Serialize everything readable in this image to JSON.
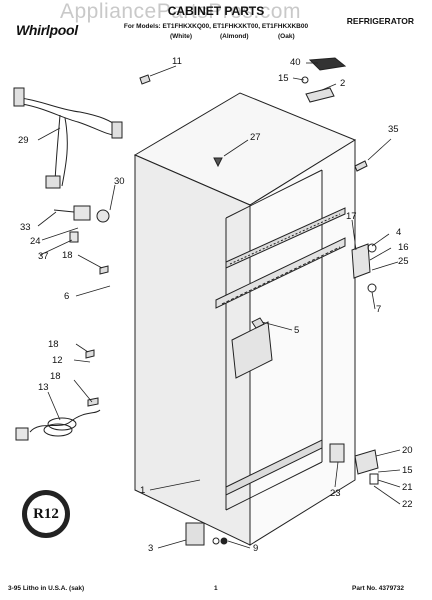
{
  "watermark": "AppliancePartsPros.com",
  "header": {
    "title": "CABINET PARTS",
    "category": "REFRIGERATOR",
    "brand": "Whirlpool",
    "models_line": "For Models: ET1FHKXKQ00, ET1FHKXKT00, ET1FHKXKB00",
    "color_labels": [
      "(White)",
      "(Almond)",
      "(Oak)"
    ]
  },
  "callouts": [
    "11",
    "40",
    "15",
    "2",
    "27",
    "35",
    "29",
    "30",
    "33",
    "24",
    "37",
    "17",
    "4",
    "16",
    "25",
    "18",
    "6",
    "7",
    "5",
    "18",
    "12",
    "13",
    "18",
    "20",
    "15",
    "21",
    "22",
    "23",
    "1",
    "3",
    "9"
  ],
  "footer": {
    "left": "3-95 Litho in U.S.A. (sak)",
    "center": "1",
    "right": "Part No. 4379732"
  },
  "logo": {
    "text": "R12"
  }
}
